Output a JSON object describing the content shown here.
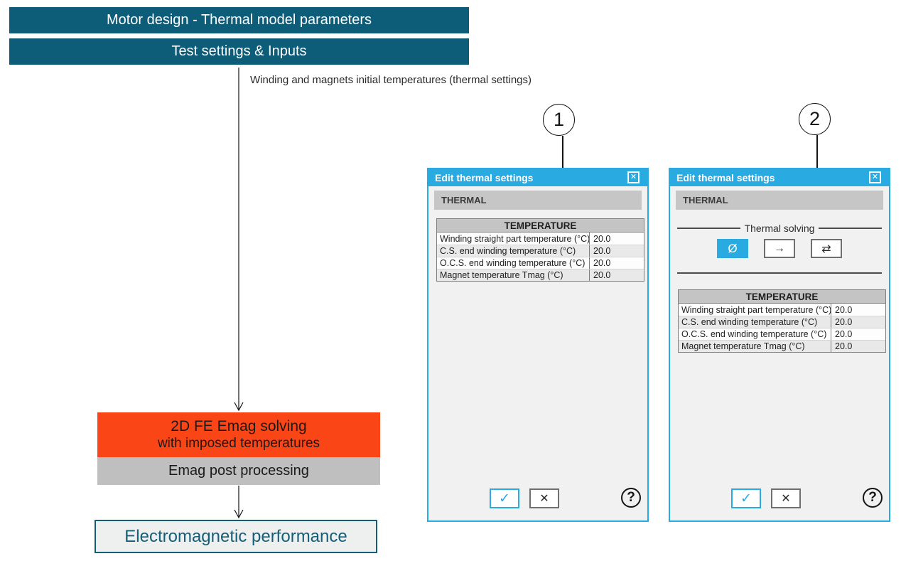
{
  "colors": {
    "banner_teal": "#0D5C78",
    "dialog_blue": "#29ABE2",
    "solving_orange": "#FA4616",
    "post_gray": "#BFBFBF",
    "result_teal": "#155E78"
  },
  "flowchart": {
    "banner_primary": "Motor design - Thermal model parameters",
    "banner_secondary": "Test settings & Inputs",
    "arrow_label": "Winding and magnets initial temperatures (thermal settings)",
    "solve_line1": "2D FE Emag solving",
    "solve_line2": "with imposed temperatures",
    "post_label": "Emag post processing",
    "result_label": "Electromagnetic performance"
  },
  "callouts": {
    "first": "1",
    "second": "2"
  },
  "icons": {
    "close": "✕",
    "confirm": "✓",
    "cancel": "✕",
    "help": "?",
    "solve_none": "Ø",
    "solve_one_way": "→",
    "solve_two_way": "⇄"
  },
  "dialog1": {
    "title": "Edit thermal settings",
    "section_header": "THERMAL",
    "table": {
      "header": "TEMPERATURE",
      "rows": [
        {
          "label": "Winding straight part temperature (°C)",
          "value": "20.0"
        },
        {
          "label": "C.S. end winding temperature (°C)",
          "value": "20.0"
        },
        {
          "label": "O.C.S. end winding temperature (°C)",
          "value": "20.0"
        },
        {
          "label": "Magnet temperature Tmag (°C)",
          "value": "20.0"
        }
      ]
    }
  },
  "dialog2": {
    "title": "Edit thermal settings",
    "section_header": "THERMAL",
    "solving_group_label": "Thermal solving",
    "table": {
      "header": "TEMPERATURE",
      "rows": [
        {
          "label": "Winding straight part temperature (°C)",
          "value": "20.0"
        },
        {
          "label": "C.S. end winding temperature (°C)",
          "value": "20.0"
        },
        {
          "label": "O.C.S. end winding temperature (°C)",
          "value": "20.0"
        },
        {
          "label": "Magnet temperature Tmag (°C)",
          "value": "20.0"
        }
      ]
    }
  }
}
